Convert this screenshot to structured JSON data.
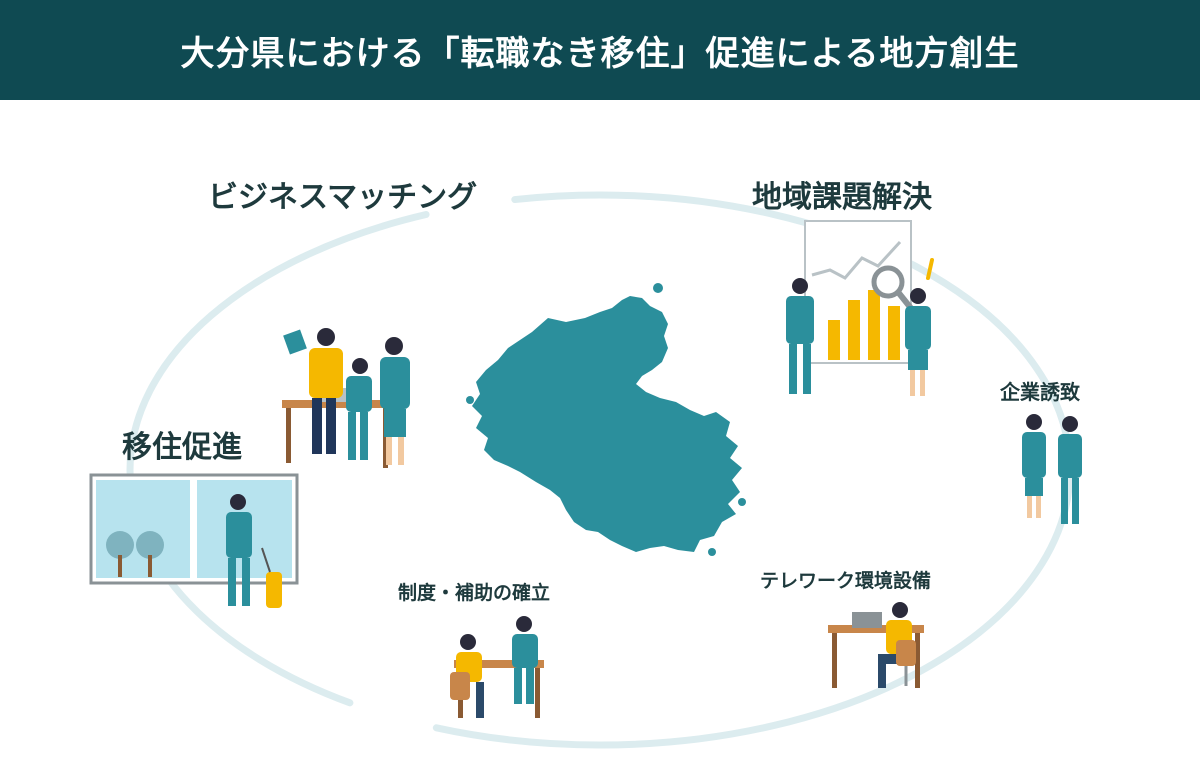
{
  "header": {
    "title": "大分県における「転職なき移住」促進による地方創生"
  },
  "labels": {
    "business_matching": "ビジネスマッチング",
    "regional_issues": "地域課題解決",
    "corporate_attraction": "企業誘致",
    "migration_promotion": "移住促進",
    "telework": "テレワーク環境設備",
    "subsidy": "制度・補助の確立"
  },
  "colors": {
    "header_bg": "#0f4a52",
    "teal": "#2b8f9c",
    "yellow": "#f5b800",
    "ring": "#dcecef",
    "desk": "#c8864a"
  }
}
